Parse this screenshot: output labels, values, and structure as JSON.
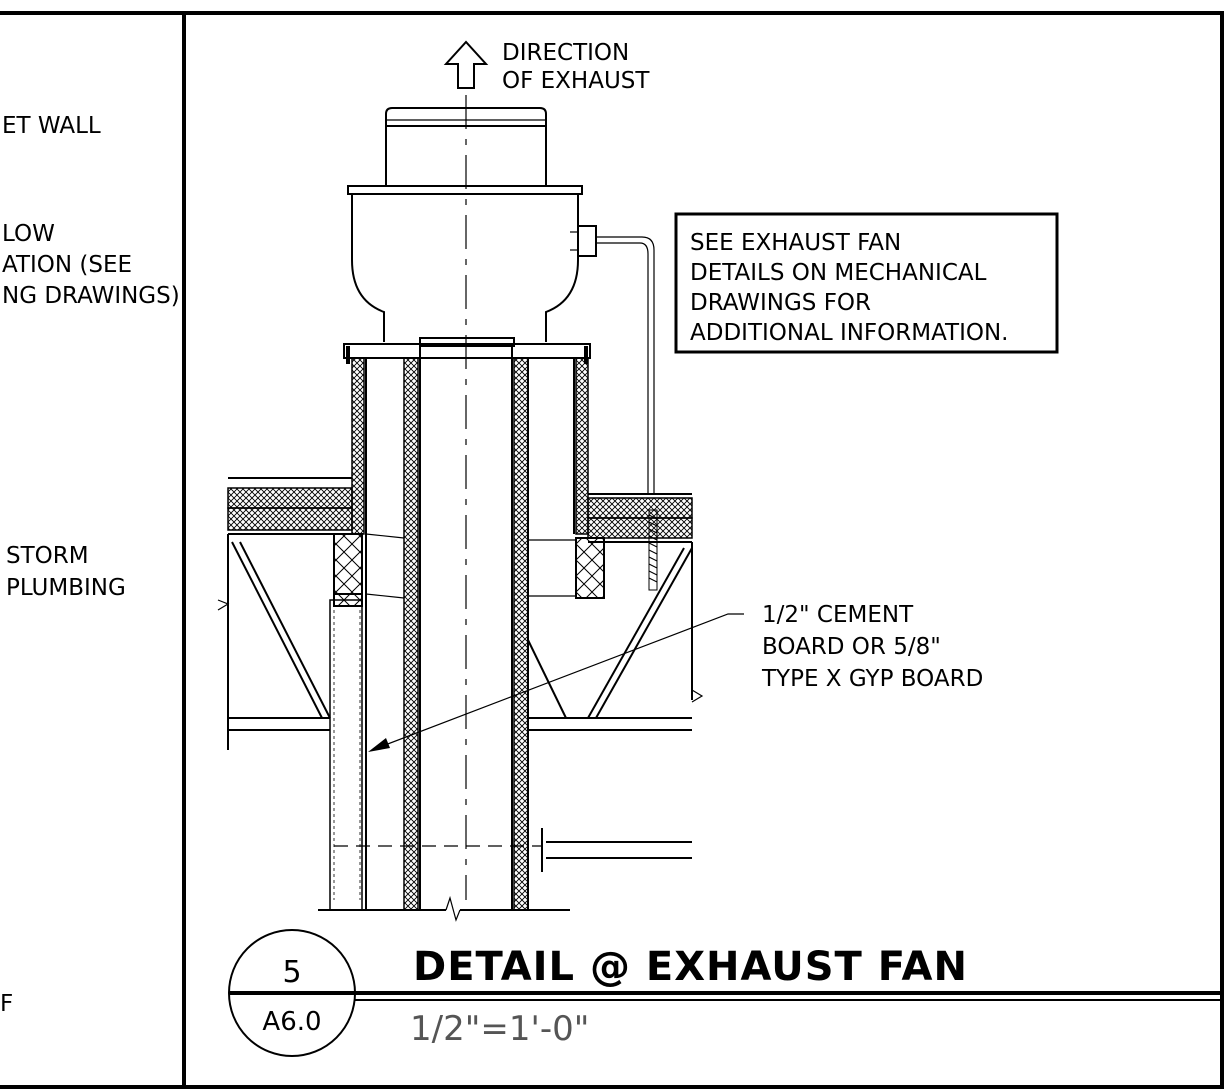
{
  "left_panel": {
    "notes": [
      "ET WALL",
      "LOW",
      "ATION (SEE",
      "NG DRAWINGS)",
      "STORM",
      "PLUMBING",
      "F"
    ]
  },
  "direction_label": [
    "DIRECTION",
    "OF EXHAUST"
  ],
  "callout_box": [
    "SEE EXHAUST FAN",
    "DETAILS ON MECHANICAL",
    "DRAWINGS FOR",
    "ADDITIONAL INFORMATION."
  ],
  "board_note": [
    "1/2\" CEMENT",
    "BOARD OR 5/8\"",
    "TYPE X GYP BOARD"
  ],
  "title_block": {
    "detail_number": "5",
    "sheet_number": "A6.0",
    "title": "DETAIL @ EXHAUST FAN",
    "scale": "1/2\"=1'-0\""
  }
}
